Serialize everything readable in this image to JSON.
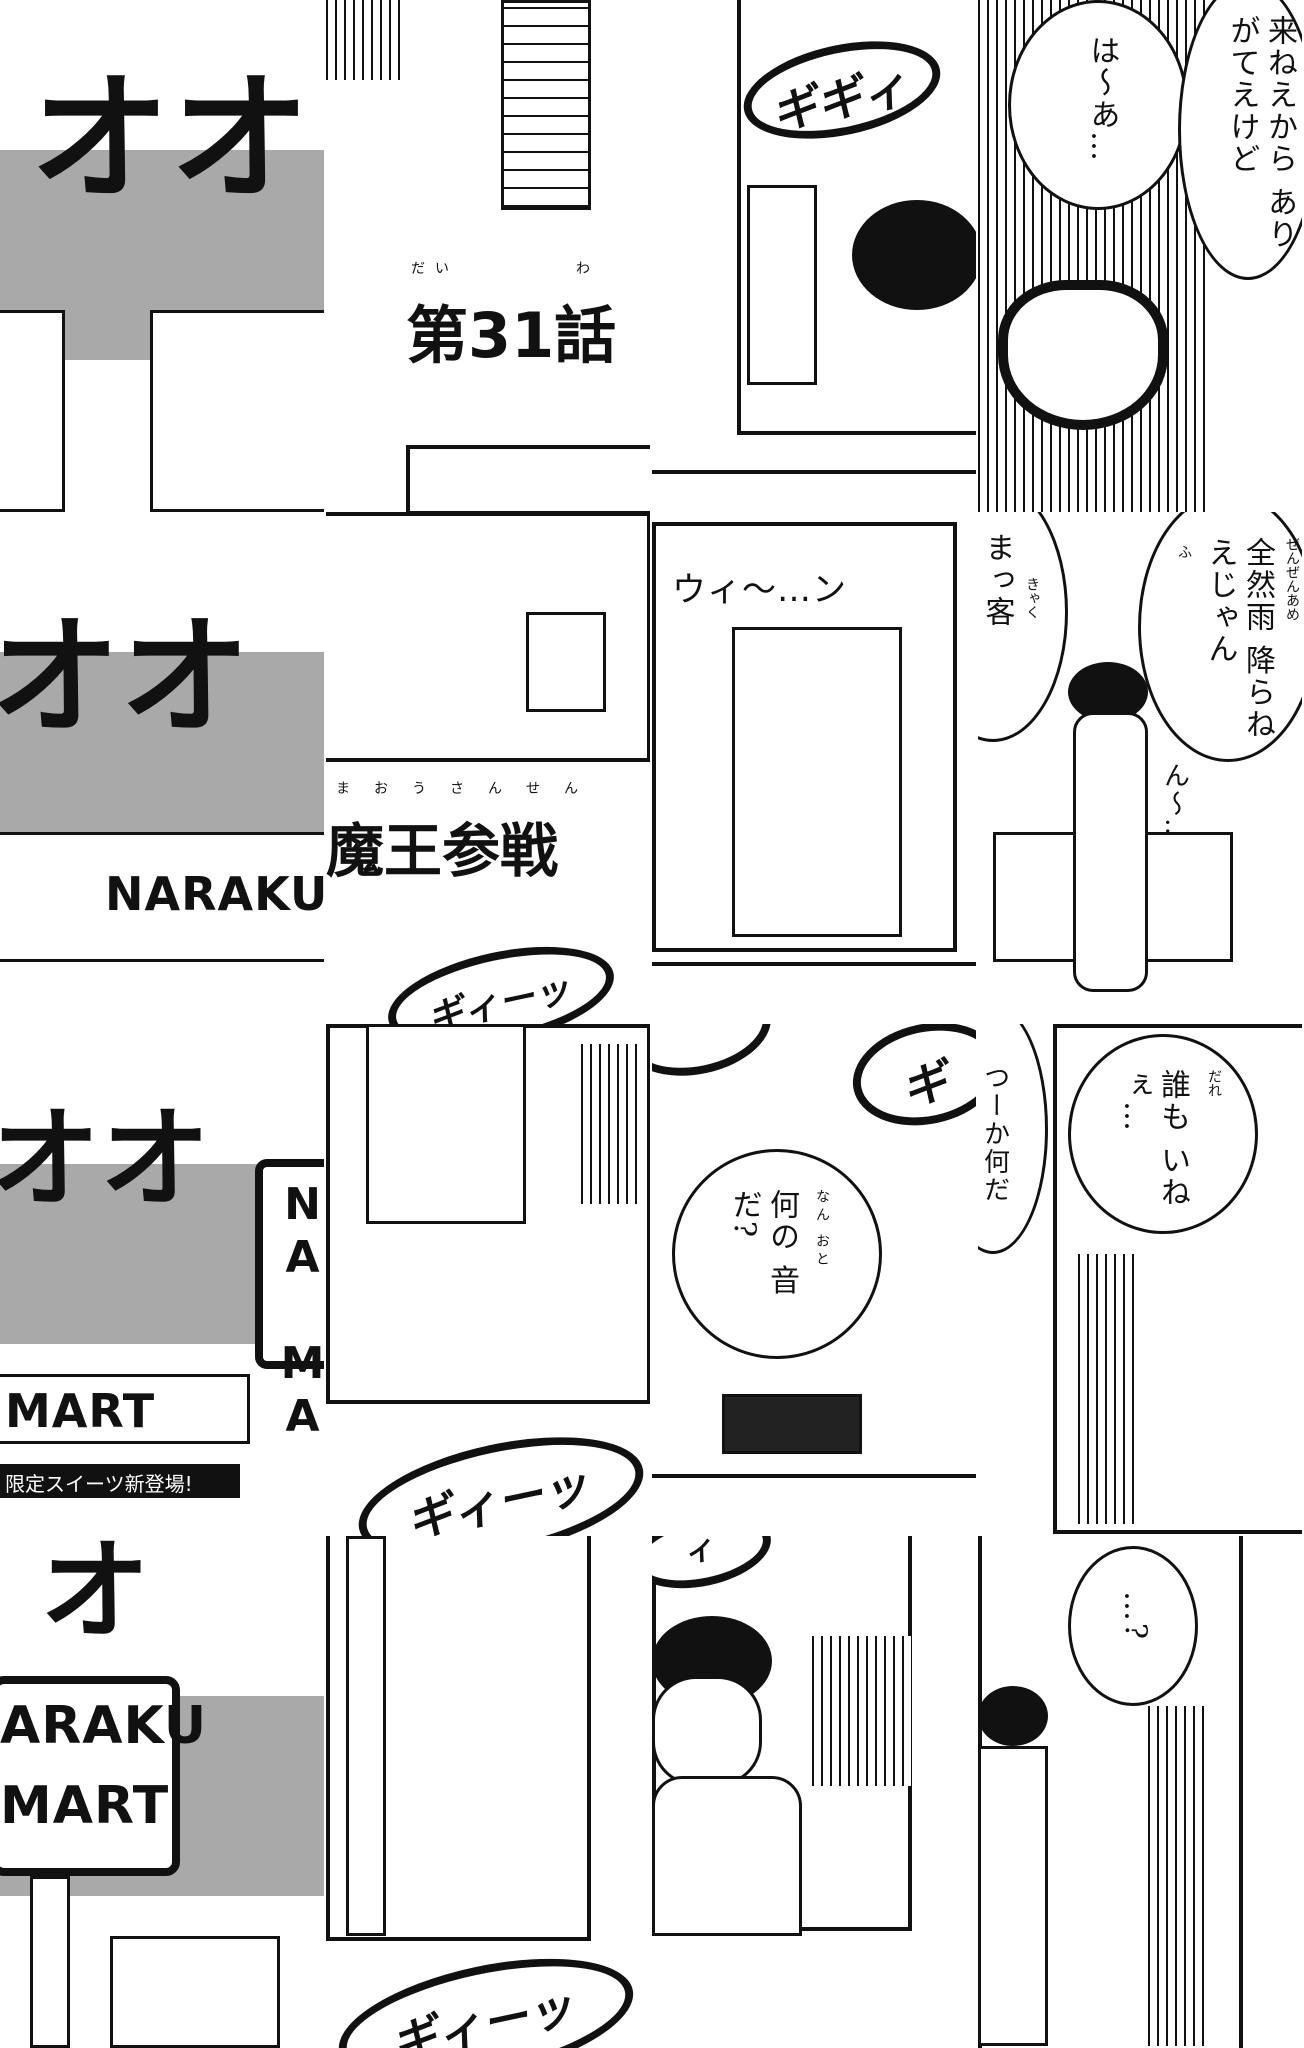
{
  "panels": {
    "r0c0": {
      "sfx": "オオ"
    },
    "r0c1": {
      "chapter_title": "第31話",
      "ruby_dai": "だい",
      "ruby_wa": "わ"
    },
    "r0c2": {
      "sfx": "ギギィ"
    },
    "r0c3": {
      "speech_1": "来ねえから ありがてえけど",
      "speech_2": "は〜あ…"
    },
    "r1c0": {
      "sfx": "オオ",
      "sign": "NARAKU"
    },
    "r1c1": {
      "story_title": "魔王参戦",
      "ruby": "まおうさんせん",
      "sfx": "ギィーッ"
    },
    "r1c2": {
      "sfx": "ウィ〜…ン"
    },
    "r1c3": {
      "speech_1": "まっ客",
      "ruby_kyaku": "きゃく",
      "speech_2": "全然雨 降らねえじゃん",
      "ruby_zenzen": "ぜんぜんあめ",
      "ruby_fu": "ふ",
      "sfx": "ん〜…"
    },
    "r2c0": {
      "sfx": "オオ",
      "sign_vertical": "NA MA",
      "sign": "MART",
      "banner": "限定スイーツ新登場!"
    },
    "r2c1": {
      "sfx": "ギィーッ"
    },
    "r2c2": {
      "sfx": "ギ",
      "speech_1": "何の 音だ?",
      "ruby": "なん おと",
      "speech_2": "つーか何だ"
    },
    "r2c3": {
      "speech": "誰も いねぇ…",
      "ruby": "だれ"
    },
    "r3c0": {
      "sfx": "オ",
      "sign_line1": "ARAKU",
      "sign_line2": "MART"
    },
    "r3c1": {
      "sfx": "ギィーッ"
    },
    "r3c2": {
      "sfx": "ィ"
    },
    "r3c3": {
      "speech": "…?"
    }
  }
}
